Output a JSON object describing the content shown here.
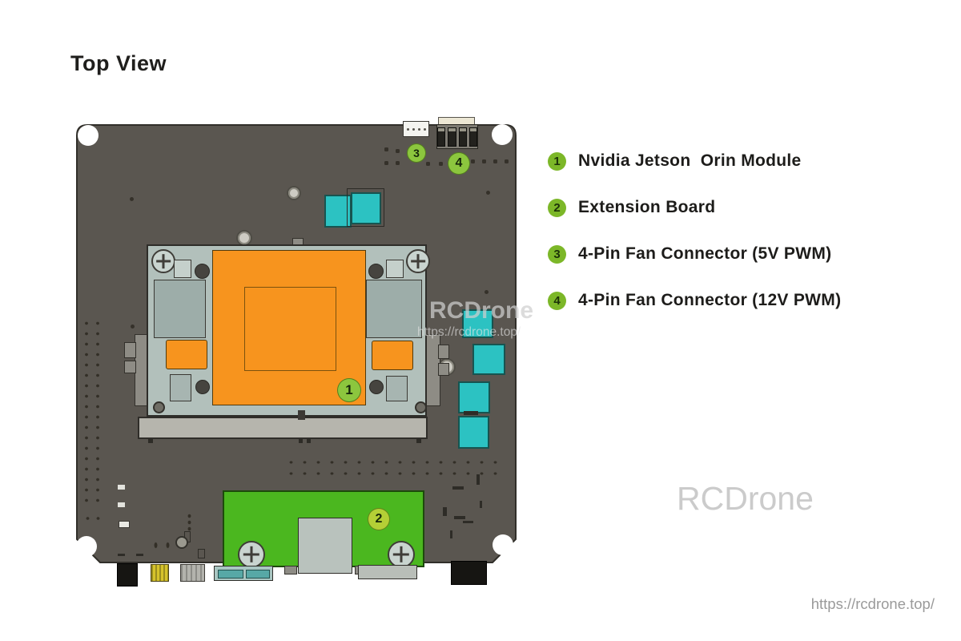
{
  "page": {
    "title": "Top View"
  },
  "legend": {
    "items": [
      {
        "num": "1",
        "label": "Nvidia Jetson  Orin Module"
      },
      {
        "num": "2",
        "label": "Extension Board"
      },
      {
        "num": "3",
        "label": "4-Pin Fan Connector (5V PWM)"
      },
      {
        "num": "4",
        "label": "4-Pin Fan Connector (12V PWM)"
      }
    ]
  },
  "watermarks": {
    "board_brand": "RCDrone",
    "board_url": "https://rcdrone.top/",
    "corner_brand": "RCDrone",
    "corner_url": "https://rcdrone.top/"
  },
  "colors": {
    "board_pcb": "#5a5650",
    "module_pcb": "#b2c0bb",
    "heatsink_orange": "#f7941e",
    "teal_component": "#2cc2c2",
    "extension_green": "#4bb71f",
    "callout_green": "#8cc63e",
    "callout2_green": "#b4cf36",
    "legend_badge_green": "#7cb728"
  }
}
